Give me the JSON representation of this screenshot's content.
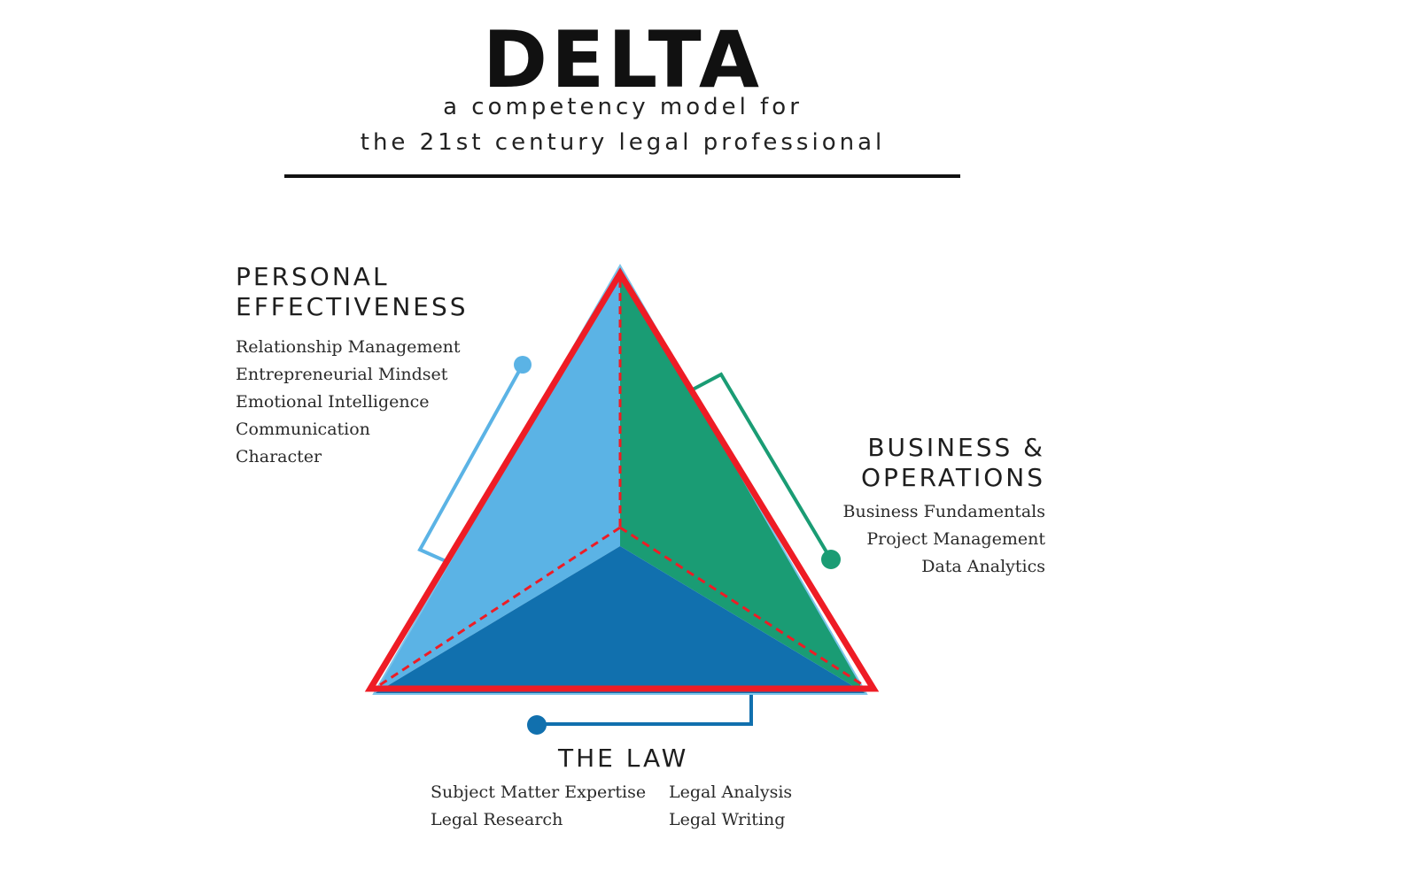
{
  "header": {
    "title": "DELTA",
    "subtitle_line1": "a competency model for",
    "subtitle_line2": "the 21st century legal professional"
  },
  "personal_effectiveness": {
    "heading_line1": "PERSONAL",
    "heading_line2": "EFFECTIVENESS",
    "items": [
      "Relationship Management",
      "Entrepreneurial Mindset",
      "Emotional Intelligence",
      "Communication",
      "Character"
    ],
    "color": "#5bb3e5"
  },
  "business_operations": {
    "heading_line1": "BUSINESS &",
    "heading_line2": "OPERATIONS",
    "items": [
      "Business Fundamentals",
      "Project Management",
      "Data Analytics"
    ],
    "color": "#1a9c74"
  },
  "the_law": {
    "heading": "THE LAW",
    "items_col1": [
      "Subject Matter Expertise",
      "Legal Research"
    ],
    "items_col2": [
      "Legal Analysis",
      "Legal Writing"
    ],
    "color": "#1170ae"
  },
  "annotation": {
    "color": "#ee1c25"
  }
}
